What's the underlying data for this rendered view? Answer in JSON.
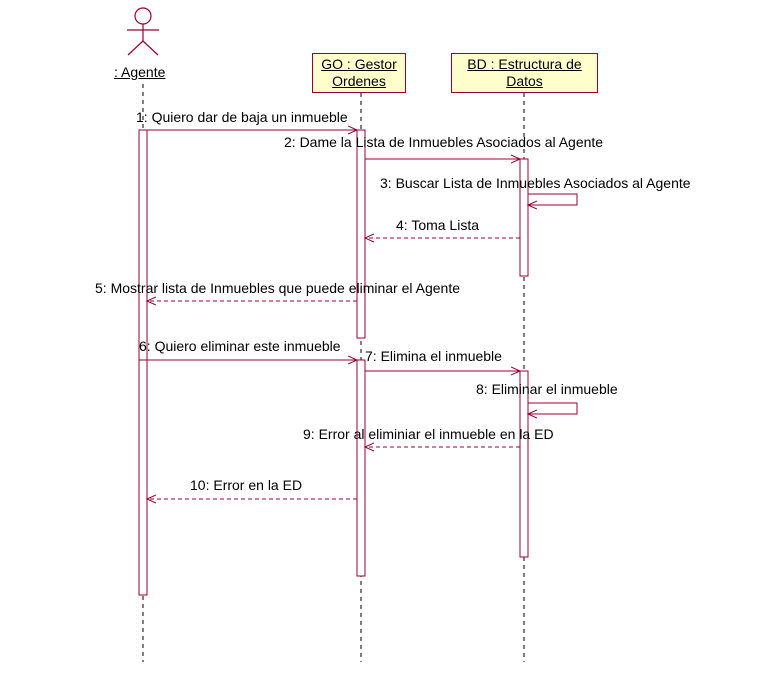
{
  "actor": {
    "label": ": Agente"
  },
  "objects": [
    {
      "line1": "GO : Gestor",
      "line2": "Ordenes"
    },
    {
      "line1": "BD : Estructura de",
      "line2": "Datos"
    }
  ],
  "messages": [
    {
      "label": "1: Quiero dar de baja un inmueble",
      "kind": "call"
    },
    {
      "label": "2: Dame la Lista de Inmuebles Asociados al Agente",
      "kind": "call"
    },
    {
      "label": "3: Buscar Lista de Inmuebles Asociados al Agente",
      "kind": "self"
    },
    {
      "label": "4: Toma Lista",
      "kind": "return"
    },
    {
      "label": "5: Mostrar lista de Inmuebles que puede eliminar el Agente",
      "kind": "return"
    },
    {
      "label": "6: Quiero eliminar este inmueble",
      "kind": "call"
    },
    {
      "label": "7: Elimina el inmueble",
      "kind": "call"
    },
    {
      "label": "8: Eliminar el inmueble",
      "kind": "self"
    },
    {
      "label": "9: Error al eliminiar el inmueble en la ED",
      "kind": "return"
    },
    {
      "label": "10: Error en la ED",
      "kind": "return"
    }
  ],
  "colors": {
    "line": "#990033",
    "box_fill": "#ffffcc"
  }
}
